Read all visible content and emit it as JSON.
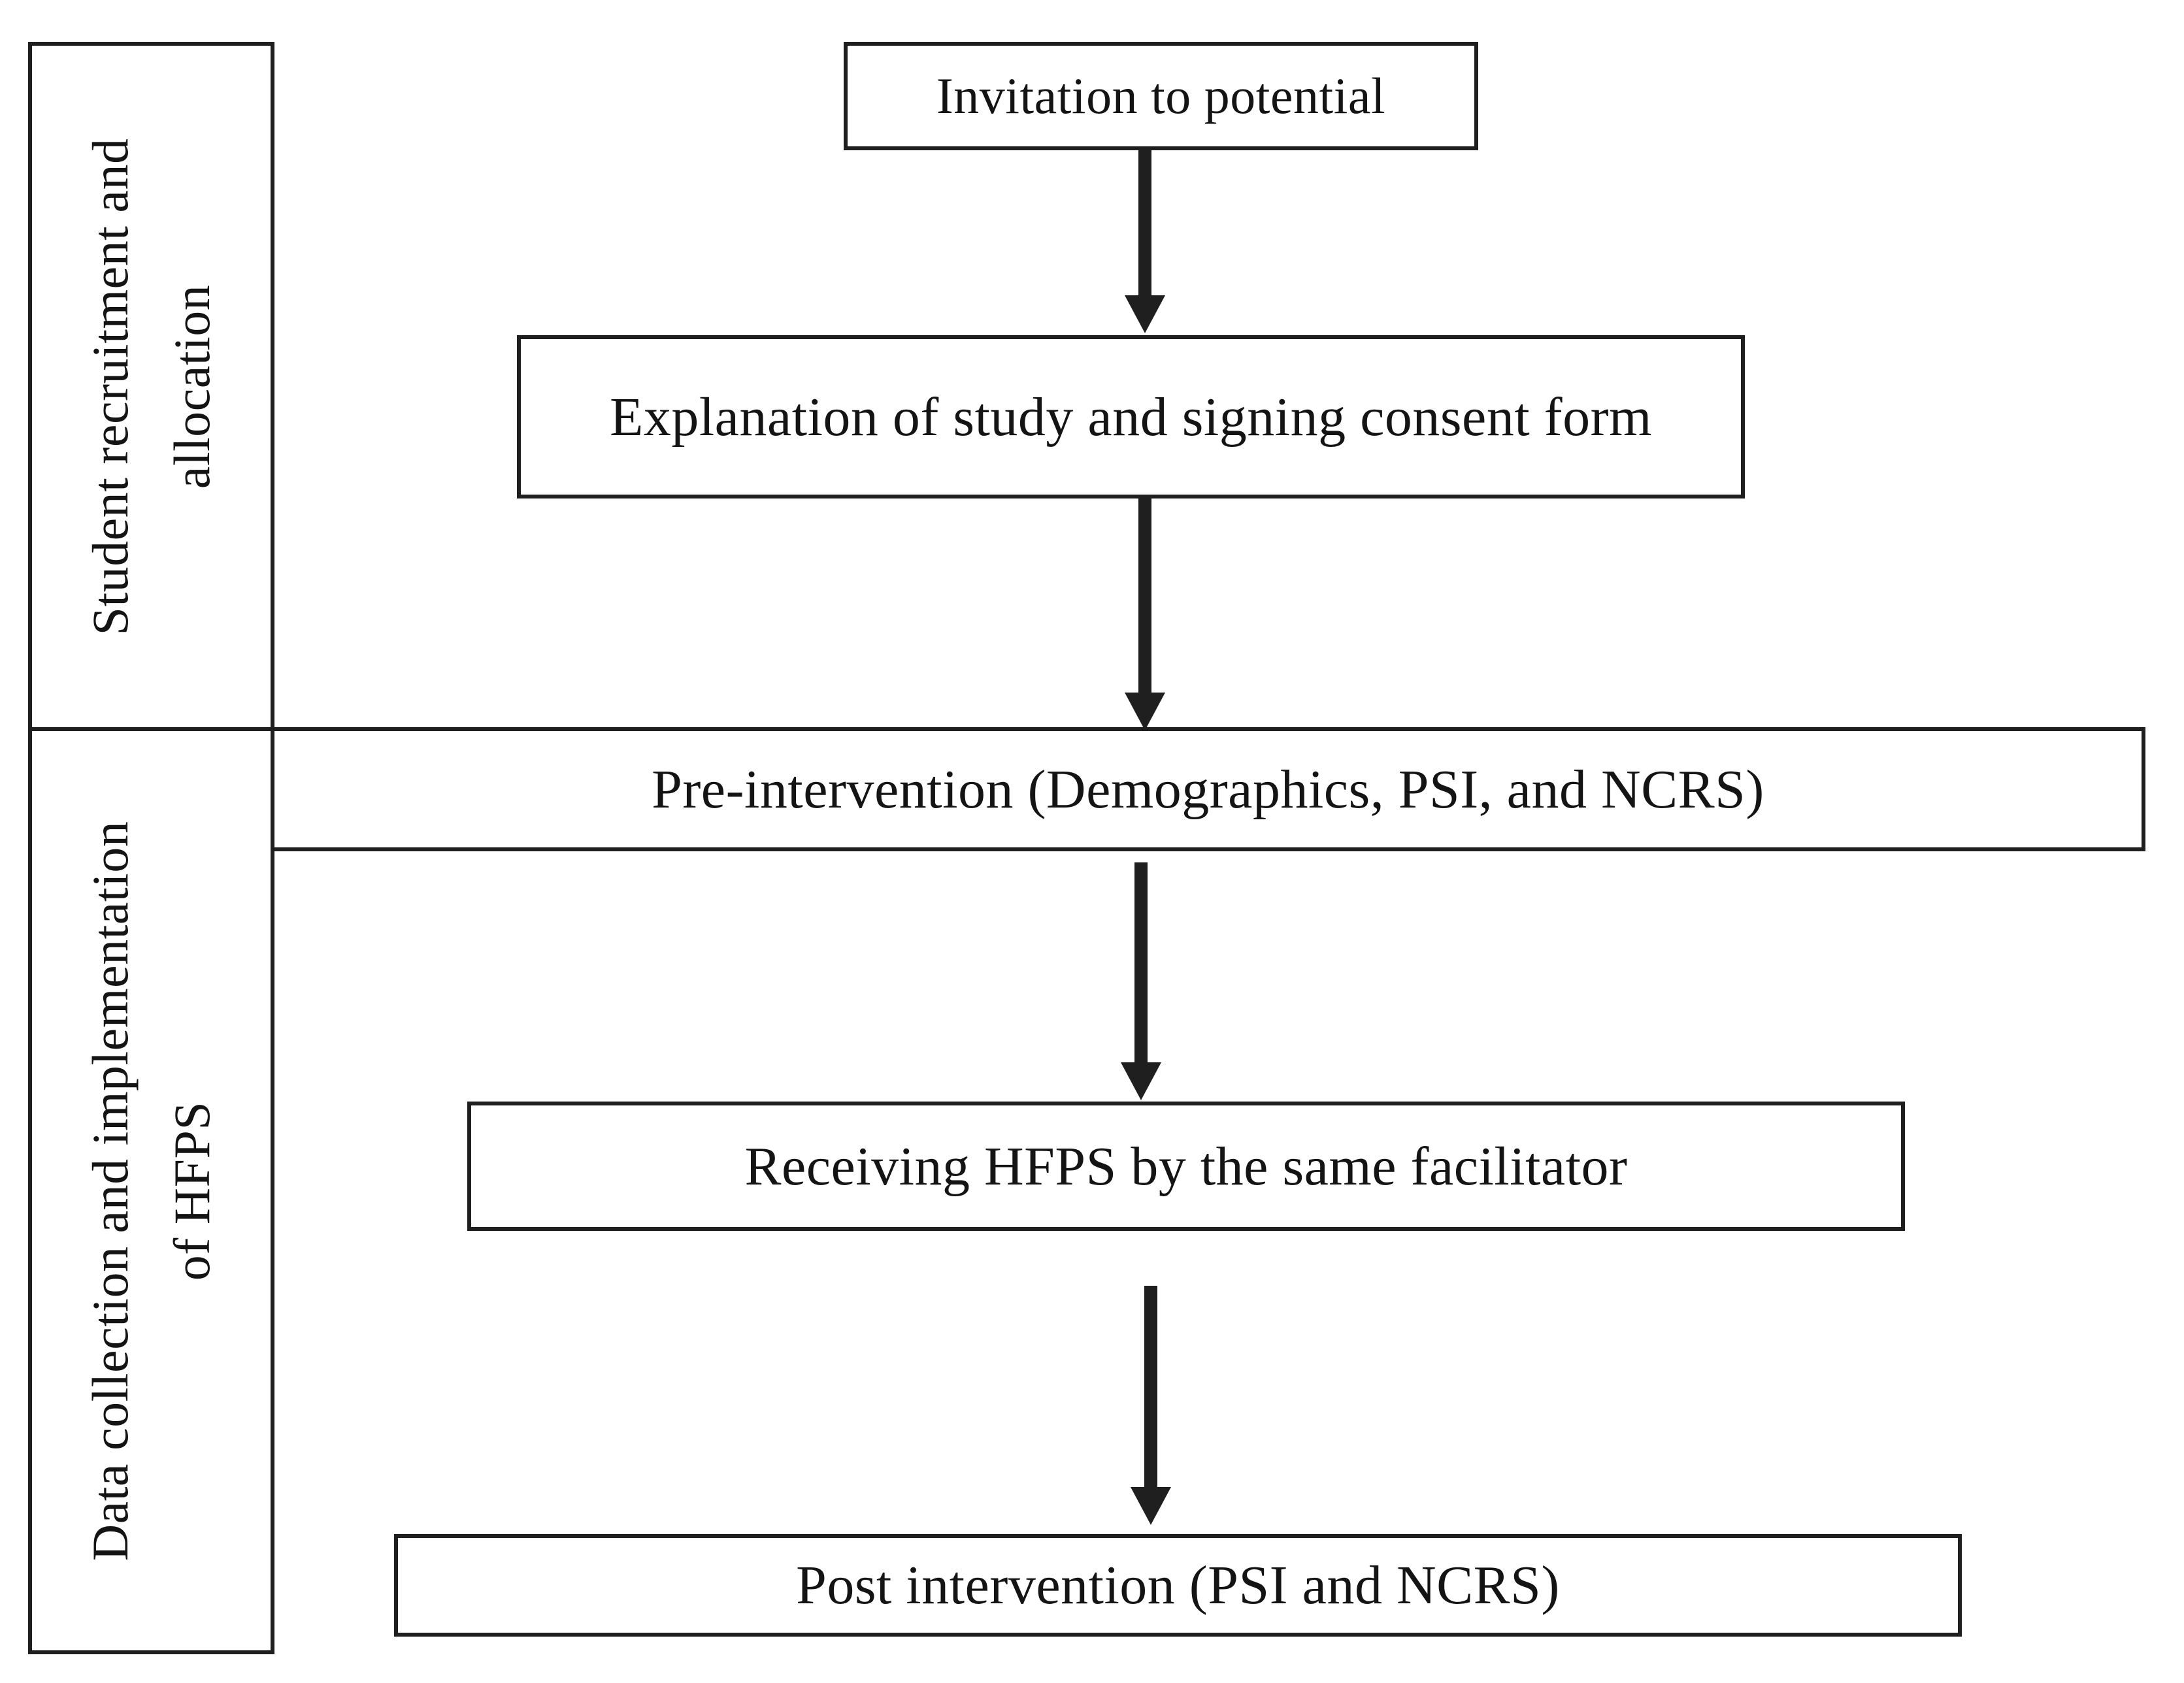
{
  "figure": {
    "type": "flowchart",
    "background": "#ffffff",
    "line_color": "#1f1f1f",
    "text_color": "#141414"
  },
  "sidebar": {
    "phase1": {
      "label": "Student recruitment and allocation",
      "line1": "Student recruitment and",
      "line2": "allocation"
    },
    "phase2": {
      "label": "Data collection and implementation of HFPS",
      "line1": "Data collection and implementation",
      "line2": "of HFPS"
    }
  },
  "steps": [
    {
      "label": "Invitation to potential"
    },
    {
      "label": "Explanation of study and signing consent form"
    },
    {
      "label": "Pre-intervention (Demographics, PSI, and NCRS)"
    },
    {
      "label": "Receiving HFPS by the same facilitator"
    },
    {
      "label": "Post intervention (PSI and NCRS)"
    }
  ]
}
